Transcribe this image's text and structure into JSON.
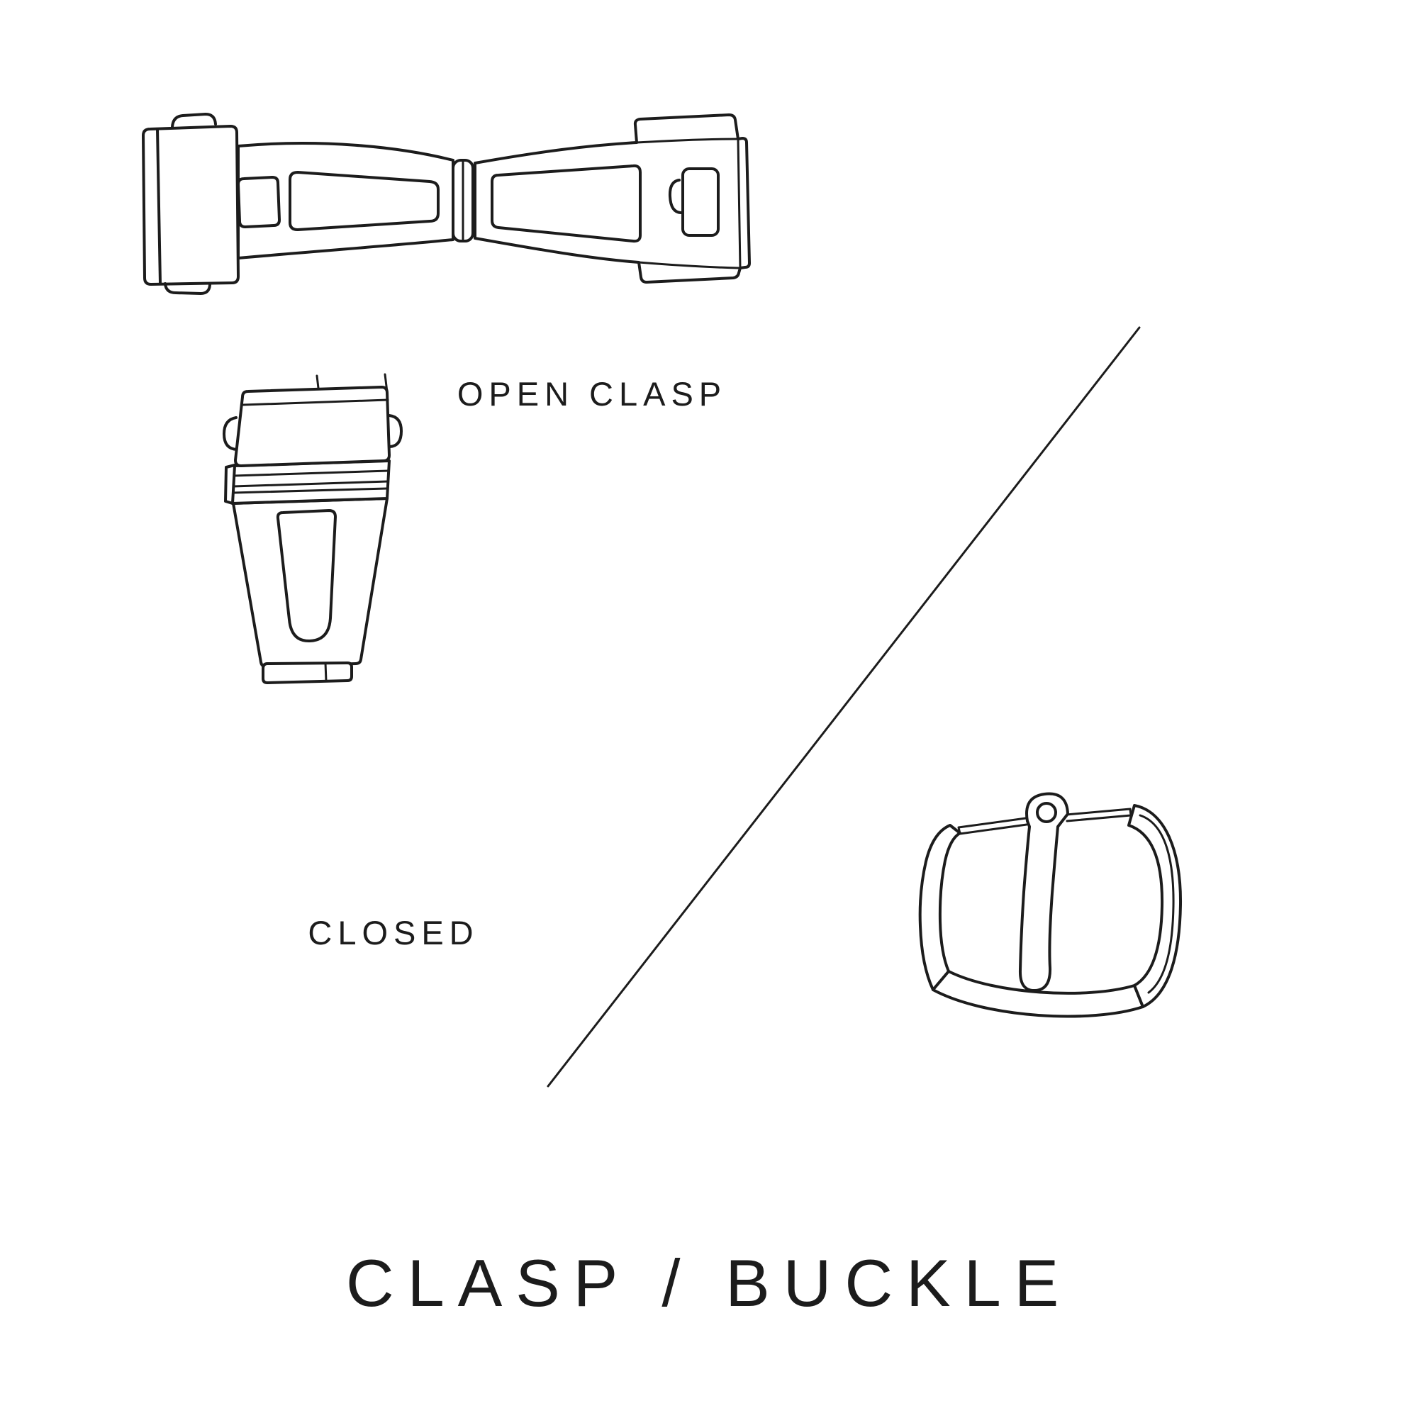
{
  "title": "CLASP / BUCKLE",
  "labels": {
    "open_clasp": "OPEN CLASP",
    "closed": "CLOSED"
  },
  "illustrations": [
    {
      "name": "open-clasp",
      "caption": "OPEN CLASP"
    },
    {
      "name": "closed-clasp",
      "caption": "CLOSED"
    },
    {
      "name": "pin-buckle",
      "caption": ""
    }
  ],
  "colors": {
    "background": "#ffffff",
    "line": "#1c1c1c",
    "text": "#1c1c1c"
  }
}
